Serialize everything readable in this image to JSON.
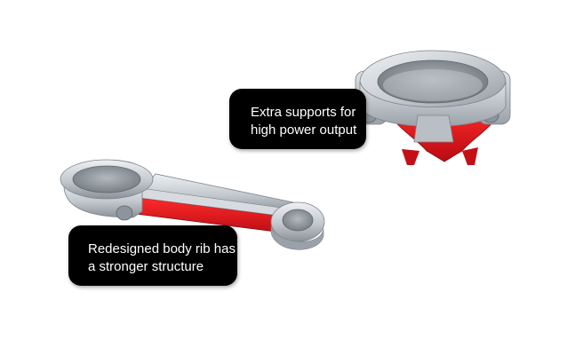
{
  "scene": {
    "background_color": "#ffffff",
    "metal_color": "#c9ced3",
    "metal_dark_color": "#8e959c",
    "highlight_color": "#e3121a"
  },
  "callouts": {
    "big_end": {
      "line1": "Extra supports for",
      "line2": "high power output"
    },
    "rod_body": {
      "line1": "Redesigned body rib has",
      "line2": "a stronger structure"
    }
  }
}
